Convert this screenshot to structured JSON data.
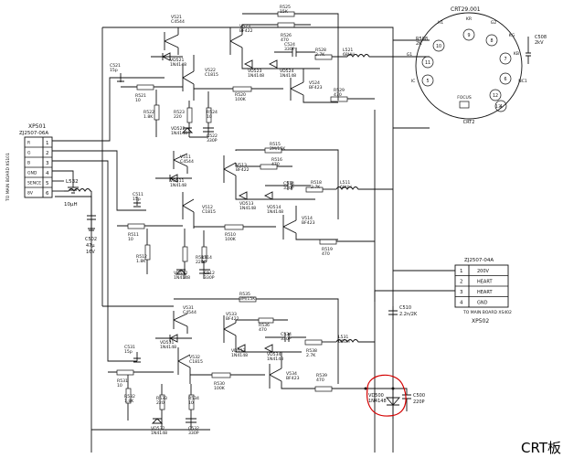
{
  "footer": "CRT板",
  "connectors": {
    "xp501": {
      "title": "XP501",
      "part": "ZJ2507-06A",
      "side_text": "TO MAIN BOARD XS101",
      "pins": [
        {
          "num": "1",
          "name": "R"
        },
        {
          "num": "2",
          "name": "G"
        },
        {
          "num": "3",
          "name": "B"
        },
        {
          "num": "4",
          "name": "GND"
        },
        {
          "num": "5",
          "name": "SENCE"
        },
        {
          "num": "6",
          "name": "8V"
        }
      ]
    },
    "xp502": {
      "title": "XP502",
      "part": "ZJ2507-04A",
      "side_text": "TO MAIN BOARD XS402",
      "pins": [
        {
          "num": "1",
          "name": "200V"
        },
        {
          "num": "2",
          "name": "HEART"
        },
        {
          "num": "3",
          "name": "HEART"
        },
        {
          "num": "4",
          "name": "GND"
        }
      ]
    }
  },
  "crt": {
    "title": "CRT29.001",
    "label": "CRT2",
    "focus": "FOCUS",
    "pins": [
      "10",
      "9",
      "8",
      "7",
      "6",
      "11",
      "5",
      "12",
      "4"
    ],
    "letters": [
      "H1",
      "KR",
      "G2",
      "KG",
      "KB",
      "G1",
      "IC",
      "NC1",
      "13"
    ],
    "r508": [
      "R508",
      "2K"
    ],
    "c508": [
      "C508",
      "2kV"
    ]
  },
  "red_stage": {
    "labels": [
      [
        "V521",
        "C4544"
      ],
      [
        "V523",
        "BF422"
      ],
      [
        "R525",
        "15K"
      ],
      [
        "R526",
        "470"
      ],
      [
        "C524",
        "330P"
      ],
      [
        "R528",
        "2.7K"
      ],
      [
        "L521",
        "68UH"
      ],
      [
        "VD521",
        "1N4148"
      ],
      [
        "VD523",
        "1N4148"
      ],
      [
        "VD524",
        "1N4148"
      ],
      [
        "C521",
        "15p"
      ],
      [
        "V522",
        "C1815"
      ],
      [
        "R521",
        "10"
      ],
      [
        "R522",
        "1.8K"
      ],
      [
        "R523",
        "220"
      ],
      [
        "R524",
        "10"
      ],
      [
        "R520",
        "100K"
      ],
      [
        "V524",
        "BF423"
      ],
      [
        "R529",
        "470"
      ],
      [
        "VD522",
        "1N4148"
      ],
      [
        "C522",
        "330P"
      ]
    ]
  },
  "green_stage": {
    "labels": [
      [
        "V511",
        "C4544"
      ],
      [
        "R515",
        "2M/15K"
      ],
      [
        "R516",
        "470"
      ],
      [
        "V513",
        "BF422"
      ],
      [
        "R518",
        "2.7K"
      ],
      [
        "L511",
        "68UH"
      ],
      [
        "C514",
        "330P"
      ],
      [
        "VD511",
        "1N4148"
      ],
      [
        "VD513",
        "1N4148"
      ],
      [
        "VD514",
        "1N4148"
      ],
      [
        "C511",
        "15p"
      ],
      [
        "V512",
        "C1815"
      ],
      [
        "R511",
        "10"
      ],
      [
        "R510",
        "100K"
      ],
      [
        "V514",
        "BF423"
      ],
      [
        "R519",
        "470"
      ],
      [
        "R512",
        "1.8K"
      ],
      [
        "R513",
        "220"
      ],
      [
        "R514",
        "10"
      ],
      [
        "VD512",
        "1N4148"
      ],
      [
        "C512",
        "330P"
      ]
    ]
  },
  "blue_stage": {
    "labels": [
      [
        "R535",
        "3M/15K"
      ],
      [
        "V531",
        "C4544"
      ],
      [
        "V533",
        "BF422"
      ],
      [
        "R536",
        "470"
      ],
      [
        "C534",
        "330P"
      ],
      [
        "L531",
        "68UH"
      ],
      [
        "VD531",
        "1N4148"
      ],
      [
        "VD533",
        "1N4148"
      ],
      [
        "VD534",
        "1N4148"
      ],
      [
        "R538",
        "2.7K"
      ],
      [
        "C531",
        "15p"
      ],
      [
        "V532",
        "C1815"
      ],
      [
        "R531",
        "10"
      ],
      [
        "R530",
        "100K"
      ],
      [
        "V534",
        "BF423"
      ],
      [
        "R539",
        "470"
      ],
      [
        "R532",
        "1.8K"
      ],
      [
        "R533",
        "220"
      ],
      [
        "R534",
        "10"
      ],
      [
        "VD532",
        "1N4148"
      ],
      [
        "C532",
        "330P"
      ]
    ]
  },
  "misc": {
    "l532": [
      "L532",
      "10μH"
    ],
    "c502": [
      "C502",
      "47μ",
      "16V"
    ],
    "c510": [
      "C510",
      "2.2n/2K"
    ],
    "vd500": [
      "VD500",
      "1N4148"
    ],
    "c500": [
      "C500",
      "220P"
    ]
  }
}
